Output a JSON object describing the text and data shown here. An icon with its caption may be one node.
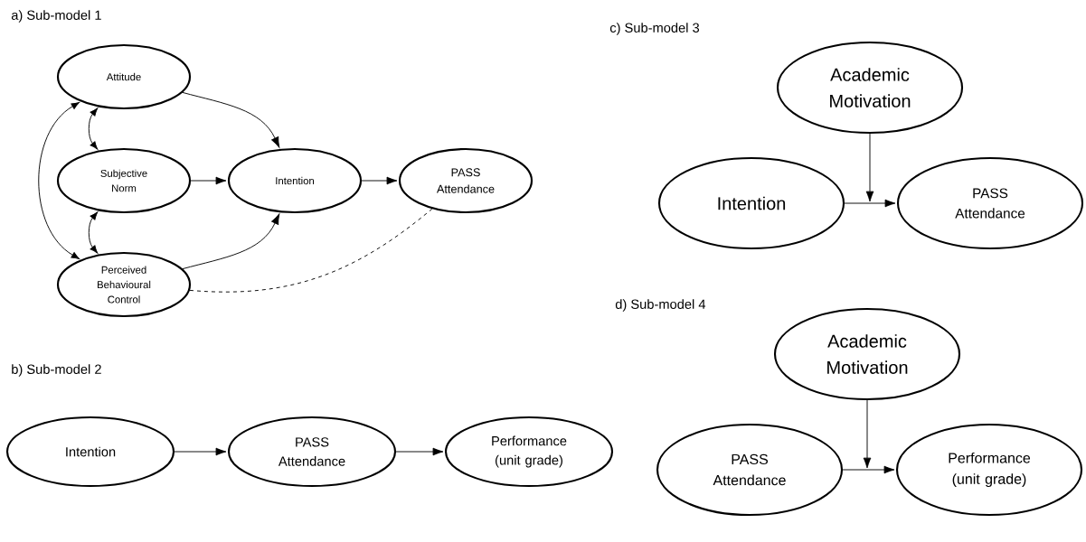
{
  "diagram": {
    "nodes": [
      {
        "text": [
          "Attitude"
        ]
      },
      {
        "text": [
          "Subjective Norm"
        ]
      },
      {
        "text": [
          "Perceived Behavioural Control"
        ]
      },
      {
        "text": [
          "Intention"
        ]
      },
      {
        "text": [
          "PASS Attendance"
        ]
      },
      {
        "text": [
          "Intention"
        ]
      },
      {
        "text": [
          "PASS Attendance"
        ]
      },
      {
        "text": [
          "Performance (unit grade)"
        ]
      },
      {
        "text": [
          "Academic Motivation"
        ]
      },
      {
        "text": [
          "Intention"
        ]
      },
      {
        "text": [
          "PASS Attendance"
        ]
      },
      {
        "text": [
          "Academic Motivation"
        ]
      },
      {
        "text": [
          "PASS Attendance"
        ]
      },
      {
        "text": [
          "Performance (unit grade)"
        ]
      }
    ],
    "edges": [
      {
        "from": 0,
        "to": 3,
        "arrow": "to"
      },
      {
        "from": 1,
        "to": 3,
        "arrow": "to"
      },
      {
        "from": 2,
        "to": 3,
        "arrow": "to"
      },
      {
        "from": 3,
        "to": 4,
        "arrow": "to"
      },
      {
        "from": 2,
        "to": 4,
        "arrow": "none",
        "style": "dashed"
      },
      {
        "from": 0,
        "to": 1,
        "arrow": "both"
      },
      {
        "from": 1,
        "to": 2,
        "arrow": "both"
      },
      {
        "from": 0,
        "to": 2,
        "arrow": "both"
      },
      {
        "from": 5,
        "to": 6,
        "arrow": "to"
      },
      {
        "from": 6,
        "to": 7,
        "arrow": "to"
      },
      {
        "from": 9,
        "to": 10,
        "arrow": "to"
      },
      {
        "from": 8,
        "to": null,
        "arrow": "to"
      },
      {
        "from": 12,
        "to": 13,
        "arrow": "to"
      },
      {
        "from": 11,
        "to": null,
        "arrow": "to"
      }
    ],
    "labels": [
      "a) Sub-model 1",
      "c) Sub-model 3",
      "d) Sub-model 4",
      "b) Sub-model 2"
    ]
  }
}
